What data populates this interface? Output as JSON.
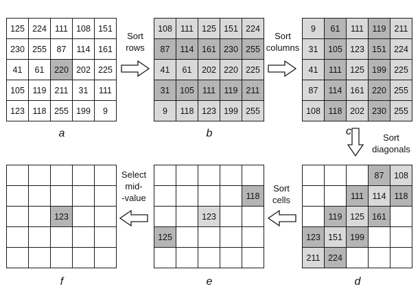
{
  "panels": [
    {
      "id": "a",
      "caption": "a",
      "rows": [
        [
          {
            "v": "125",
            "s": 0
          },
          {
            "v": "224",
            "s": 0
          },
          {
            "v": "111",
            "s": 0
          },
          {
            "v": "108",
            "s": 0
          },
          {
            "v": "151",
            "s": 0
          }
        ],
        [
          {
            "v": "230",
            "s": 0
          },
          {
            "v": "255",
            "s": 0
          },
          {
            "v": "87",
            "s": 0
          },
          {
            "v": "114",
            "s": 0
          },
          {
            "v": "161",
            "s": 0
          }
        ],
        [
          {
            "v": "41",
            "s": 0
          },
          {
            "v": "61",
            "s": 0
          },
          {
            "v": "220",
            "s": 2
          },
          {
            "v": "202",
            "s": 0
          },
          {
            "v": "225",
            "s": 0
          }
        ],
        [
          {
            "v": "105",
            "s": 0
          },
          {
            "v": "119",
            "s": 0
          },
          {
            "v": "211",
            "s": 0
          },
          {
            "v": "31",
            "s": 0
          },
          {
            "v": "111",
            "s": 0
          }
        ],
        [
          {
            "v": "123",
            "s": 0
          },
          {
            "v": "118",
            "s": 0
          },
          {
            "v": "255",
            "s": 0
          },
          {
            "v": "199",
            "s": 0
          },
          {
            "v": "9",
            "s": 0
          }
        ]
      ]
    },
    {
      "id": "b",
      "caption": "b",
      "rows": [
        [
          {
            "v": "108",
            "s": 1
          },
          {
            "v": "111",
            "s": 1
          },
          {
            "v": "125",
            "s": 1
          },
          {
            "v": "151",
            "s": 1
          },
          {
            "v": "224",
            "s": 1
          }
        ],
        [
          {
            "v": "87",
            "s": 2
          },
          {
            "v": "114",
            "s": 2
          },
          {
            "v": "161",
            "s": 2
          },
          {
            "v": "230",
            "s": 2
          },
          {
            "v": "255",
            "s": 2
          }
        ],
        [
          {
            "v": "41",
            "s": 1
          },
          {
            "v": "61",
            "s": 1
          },
          {
            "v": "202",
            "s": 1
          },
          {
            "v": "220",
            "s": 1
          },
          {
            "v": "225",
            "s": 1
          }
        ],
        [
          {
            "v": "31",
            "s": 2
          },
          {
            "v": "105",
            "s": 2
          },
          {
            "v": "111",
            "s": 2
          },
          {
            "v": "119",
            "s": 2
          },
          {
            "v": "211",
            "s": 2
          }
        ],
        [
          {
            "v": "9",
            "s": 1
          },
          {
            "v": "118",
            "s": 1
          },
          {
            "v": "123",
            "s": 1
          },
          {
            "v": "199",
            "s": 1
          },
          {
            "v": "255",
            "s": 1
          }
        ]
      ]
    },
    {
      "id": "c",
      "caption": "c",
      "rows": [
        [
          {
            "v": "9",
            "s": 1
          },
          {
            "v": "61",
            "s": 2
          },
          {
            "v": "111",
            "s": 1
          },
          {
            "v": "119",
            "s": 2
          },
          {
            "v": "211",
            "s": 1
          }
        ],
        [
          {
            "v": "31",
            "s": 1
          },
          {
            "v": "105",
            "s": 2
          },
          {
            "v": "123",
            "s": 1
          },
          {
            "v": "151",
            "s": 2
          },
          {
            "v": "224",
            "s": 1
          }
        ],
        [
          {
            "v": "41",
            "s": 1
          },
          {
            "v": "111",
            "s": 2
          },
          {
            "v": "125",
            "s": 1
          },
          {
            "v": "199",
            "s": 2
          },
          {
            "v": "225",
            "s": 1
          }
        ],
        [
          {
            "v": "87",
            "s": 1
          },
          {
            "v": "114",
            "s": 2
          },
          {
            "v": "161",
            "s": 1
          },
          {
            "v": "220",
            "s": 2
          },
          {
            "v": "255",
            "s": 1
          }
        ],
        [
          {
            "v": "108",
            "s": 1
          },
          {
            "v": "118",
            "s": 2
          },
          {
            "v": "202",
            "s": 1
          },
          {
            "v": "230",
            "s": 2
          },
          {
            "v": "255",
            "s": 1
          }
        ]
      ]
    },
    {
      "id": "d",
      "caption": "d",
      "rows": [
        [
          {
            "v": "",
            "s": 0
          },
          {
            "v": "",
            "s": 0
          },
          {
            "v": "",
            "s": 0
          },
          {
            "v": "87",
            "s": 2
          },
          {
            "v": "108",
            "s": 1
          }
        ],
        [
          {
            "v": "",
            "s": 0
          },
          {
            "v": "",
            "s": 0
          },
          {
            "v": "111",
            "s": 2
          },
          {
            "v": "114",
            "s": 1
          },
          {
            "v": "118",
            "s": 2
          }
        ],
        [
          {
            "v": "",
            "s": 0
          },
          {
            "v": "119",
            "s": 2
          },
          {
            "v": "125",
            "s": 1
          },
          {
            "v": "161",
            "s": 2
          },
          {
            "v": "",
            "s": 0
          }
        ],
        [
          {
            "v": "123",
            "s": 2
          },
          {
            "v": "151",
            "s": 1
          },
          {
            "v": "199",
            "s": 2
          },
          {
            "v": "",
            "s": 0
          },
          {
            "v": "",
            "s": 0
          }
        ],
        [
          {
            "v": "211",
            "s": 1
          },
          {
            "v": "224",
            "s": 2
          },
          {
            "v": "",
            "s": 0
          },
          {
            "v": "",
            "s": 0
          },
          {
            "v": "",
            "s": 0
          }
        ]
      ]
    },
    {
      "id": "e",
      "caption": "e",
      "rows": [
        [
          {
            "v": "",
            "s": 0
          },
          {
            "v": "",
            "s": 0
          },
          {
            "v": "",
            "s": 0
          },
          {
            "v": "",
            "s": 0
          },
          {
            "v": "",
            "s": 0
          }
        ],
        [
          {
            "v": "",
            "s": 0
          },
          {
            "v": "",
            "s": 0
          },
          {
            "v": "",
            "s": 0
          },
          {
            "v": "",
            "s": 0
          },
          {
            "v": "118",
            "s": 2
          }
        ],
        [
          {
            "v": "",
            "s": 0
          },
          {
            "v": "",
            "s": 0
          },
          {
            "v": "123",
            "s": 1
          },
          {
            "v": "",
            "s": 0
          },
          {
            "v": "",
            "s": 0
          }
        ],
        [
          {
            "v": "125",
            "s": 2
          },
          {
            "v": "",
            "s": 0
          },
          {
            "v": "",
            "s": 0
          },
          {
            "v": "",
            "s": 0
          },
          {
            "v": "",
            "s": 0
          }
        ],
        [
          {
            "v": "",
            "s": 0
          },
          {
            "v": "",
            "s": 0
          },
          {
            "v": "",
            "s": 0
          },
          {
            "v": "",
            "s": 0
          },
          {
            "v": "",
            "s": 0
          }
        ]
      ]
    },
    {
      "id": "f",
      "caption": "f",
      "rows": [
        [
          {
            "v": "",
            "s": 0
          },
          {
            "v": "",
            "s": 0
          },
          {
            "v": "",
            "s": 0
          },
          {
            "v": "",
            "s": 0
          },
          {
            "v": "",
            "s": 0
          }
        ],
        [
          {
            "v": "",
            "s": 0
          },
          {
            "v": "",
            "s": 0
          },
          {
            "v": "",
            "s": 0
          },
          {
            "v": "",
            "s": 0
          },
          {
            "v": "",
            "s": 0
          }
        ],
        [
          {
            "v": "",
            "s": 0
          },
          {
            "v": "",
            "s": 0
          },
          {
            "v": "123",
            "s": 2
          },
          {
            "v": "",
            "s": 0
          },
          {
            "v": "",
            "s": 0
          }
        ],
        [
          {
            "v": "",
            "s": 0
          },
          {
            "v": "",
            "s": 0
          },
          {
            "v": "",
            "s": 0
          },
          {
            "v": "",
            "s": 0
          },
          {
            "v": "",
            "s": 0
          }
        ],
        [
          {
            "v": "",
            "s": 0
          },
          {
            "v": "",
            "s": 0
          },
          {
            "v": "",
            "s": 0
          },
          {
            "v": "",
            "s": 0
          },
          {
            "v": "",
            "s": 0
          }
        ]
      ]
    }
  ],
  "steps": {
    "sort_rows": [
      "Sort",
      "rows"
    ],
    "sort_columns": [
      "Sort",
      "columns"
    ],
    "sort_diagonals": [
      "Sort",
      "diagonals"
    ],
    "sort_cells": [
      "Sort",
      "cells"
    ],
    "select_mid": [
      "Select",
      "mid-",
      "-value"
    ]
  },
  "colors": {
    "white": "#ffffff",
    "light_gray": "#d9d9d9",
    "dark_gray": "#b5b5b5",
    "border": "#1a1a1a"
  }
}
